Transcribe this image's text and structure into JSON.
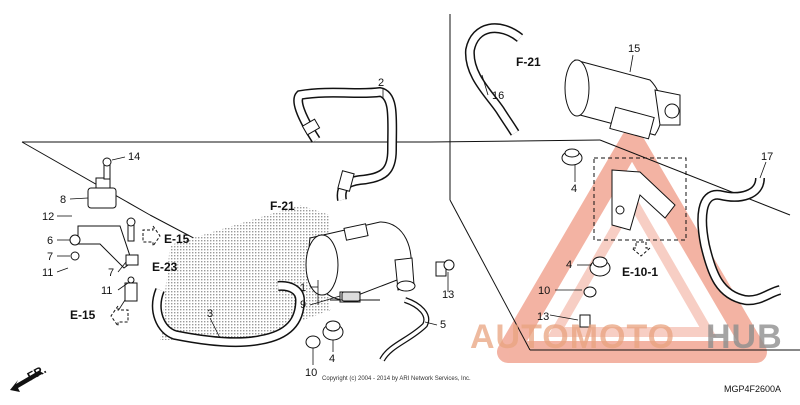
{
  "diagram": {
    "code": "MGP4F2600A",
    "copyright": "Copyright (c) 2004 - 2014 by ARI Network Services, Inc.",
    "front_marker": "FR.",
    "part_numbers": {
      "p1": "1",
      "p2": "2",
      "p3": "3",
      "p4a": "4",
      "p4b": "4",
      "p4c": "4",
      "p5": "5",
      "p6": "6",
      "p7a": "7",
      "p7b": "7",
      "p8": "8",
      "p9": "9",
      "p10a": "10",
      "p10b": "10",
      "p11a": "11",
      "p11b": "11",
      "p12": "12",
      "p13a": "13",
      "p13b": "13",
      "p14": "14",
      "p15": "15",
      "p16": "16",
      "p17": "17"
    },
    "references": {
      "f21_left": "F-21",
      "f21_right": "F-21",
      "e15_top": "E-15",
      "e15_bottom": "E-15",
      "e23": "E-23",
      "e10_1": "E-10-1"
    }
  },
  "watermark": {
    "text_auto": "AUTOMOTO",
    "text_hub": "HUB",
    "color_primary": "#e8a080",
    "color_secondary": "#999999",
    "color_triangle": "#f1b3a3"
  },
  "colors": {
    "line": "#111111",
    "shade": "#bdbdbd"
  }
}
